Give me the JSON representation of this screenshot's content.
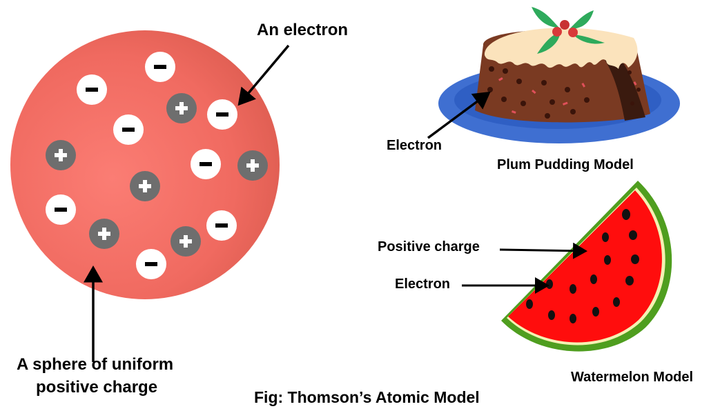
{
  "figure": {
    "caption": "Fig: Thomson’s Atomic Model"
  },
  "atom": {
    "label_electron": "An electron",
    "label_sphere_line1": "A sphere of uniform",
    "label_sphere_line2": "positive charge",
    "electron_symbol": "−",
    "proton_symbol": "+",
    "colors": {
      "sphere": "#f26b62",
      "electron": "#ffffff",
      "proton": "#6e6e6e"
    },
    "charges": [
      {
        "type": "electron"
      },
      {
        "type": "electron"
      },
      {
        "type": "electron"
      },
      {
        "type": "electron"
      },
      {
        "type": "electron"
      },
      {
        "type": "electron"
      },
      {
        "type": "electron"
      },
      {
        "type": "electron"
      },
      {
        "type": "proton"
      },
      {
        "type": "proton"
      },
      {
        "type": "proton"
      },
      {
        "type": "proton"
      },
      {
        "type": "proton"
      },
      {
        "type": "proton"
      }
    ]
  },
  "pudding": {
    "title": "Plum Pudding Model",
    "label_electron": "Electron",
    "colors": {
      "plate": "#3f6fd1",
      "cake": "#7a3a22",
      "icing": "#fbe3bc",
      "holly": "#2eaa5c",
      "berry": "#d83a3a"
    }
  },
  "watermelon": {
    "title": "Watermelon Model",
    "label_positive": "Positive charge",
    "label_electron": "Electron",
    "colors": {
      "flesh": "#ff0d0d",
      "rind": "#4f9e1f",
      "seed": "#111111"
    }
  }
}
